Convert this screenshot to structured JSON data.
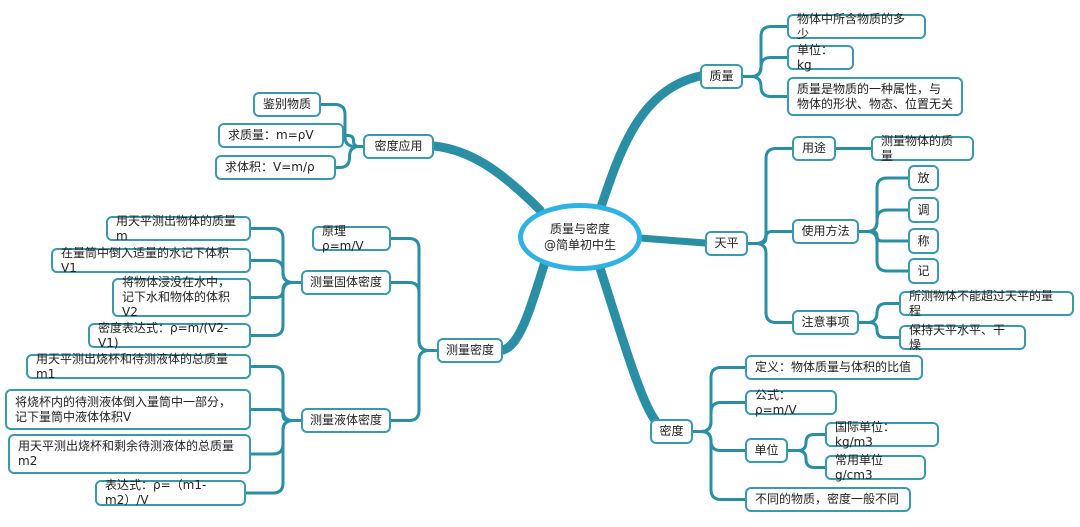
{
  "center": {
    "title": "质量与密度",
    "subtitle": "@简单初中生"
  },
  "mass": {
    "label": "质量",
    "items": [
      "物体中所含物质的多少",
      "单位：kg",
      "质量是物质的一种属性，与\n物体的形状、物态、位置无关"
    ]
  },
  "balance": {
    "label": "天平",
    "use": {
      "label": "用途",
      "item": "测量物体的质量"
    },
    "method": {
      "label": "使用方法",
      "items": [
        "放",
        "调",
        "称",
        "记"
      ]
    },
    "notes": {
      "label": "注意事项",
      "items": [
        "所测物体不能超过天平的量程",
        "保持天平水平、干燥"
      ]
    }
  },
  "density": {
    "label": "密度",
    "definition": "定义：物体质量与体积的比值",
    "formula": "公式：ρ=m/V",
    "unit": {
      "label": "单位",
      "items": [
        "国际单位：kg/m3",
        "常用单位g/cm3"
      ]
    },
    "note": "不同的物质，密度一般不同"
  },
  "application": {
    "label": "密度应用",
    "items": [
      "鉴别物质",
      "求质量：m=ρV",
      "求体积：V=m/ρ"
    ]
  },
  "measure": {
    "label": "测量密度",
    "principle": "原理 ρ=m/V",
    "solid": {
      "label": "测量固体密度",
      "items": [
        "用天平测出物体的质量m",
        "在量筒中倒入适量的水记下体积V1",
        "将物体浸没在水中，\n记下水和物体的体积V2",
        "密度表达式：ρ=m/(V2-V1)"
      ]
    },
    "liquid": {
      "label": "测量液体密度",
      "items": [
        "用天平测出烧杯和待测液体的总质量m1",
        "将烧杯内的待测液体倒入量筒中一部分，\n记下量筒中液体体积V",
        "用天平测出烧杯和剩余待测液体的总质量\nm2",
        "表达式：ρ=（m1-m2）/V"
      ]
    }
  }
}
